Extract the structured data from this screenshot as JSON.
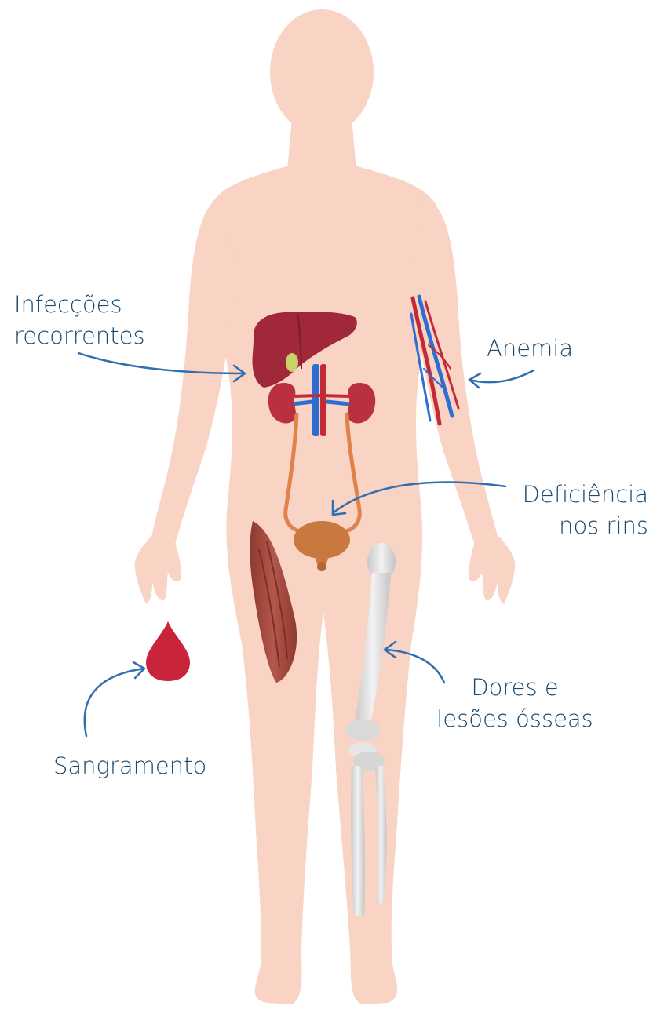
{
  "colors": {
    "label_text": "#1c4a6e",
    "arrow": "#2f6fb0",
    "skin": "#f9d3c4",
    "liver": "#a0283a",
    "kidney": "#b93040",
    "blood_drop": "#c8243a",
    "vein_blue": "#2e6dd1",
    "artery_red": "#c42a36",
    "ureter": "#e0824b",
    "bladder": "#c9783e",
    "muscle": "#a84a3e",
    "bone": "#dcdcdc"
  },
  "labels": {
    "infeccoes": "Infecções\nrecorrentes",
    "anemia": "Anemia",
    "deficiencia": "Deficiência\nnos rins",
    "dores": "Dores e\nlesões ósseas",
    "sangramento": "Sangramento"
  },
  "icons": {
    "body": "human-body-icon",
    "liver": "liver-icon",
    "kidneys": "kidneys-icon",
    "bladder": "bladder-icon",
    "blood_vessels": "blood-vessels-icon",
    "muscle": "thigh-muscle-icon",
    "leg_bones": "leg-bones-icon",
    "blood_drop": "blood-drop-icon"
  }
}
